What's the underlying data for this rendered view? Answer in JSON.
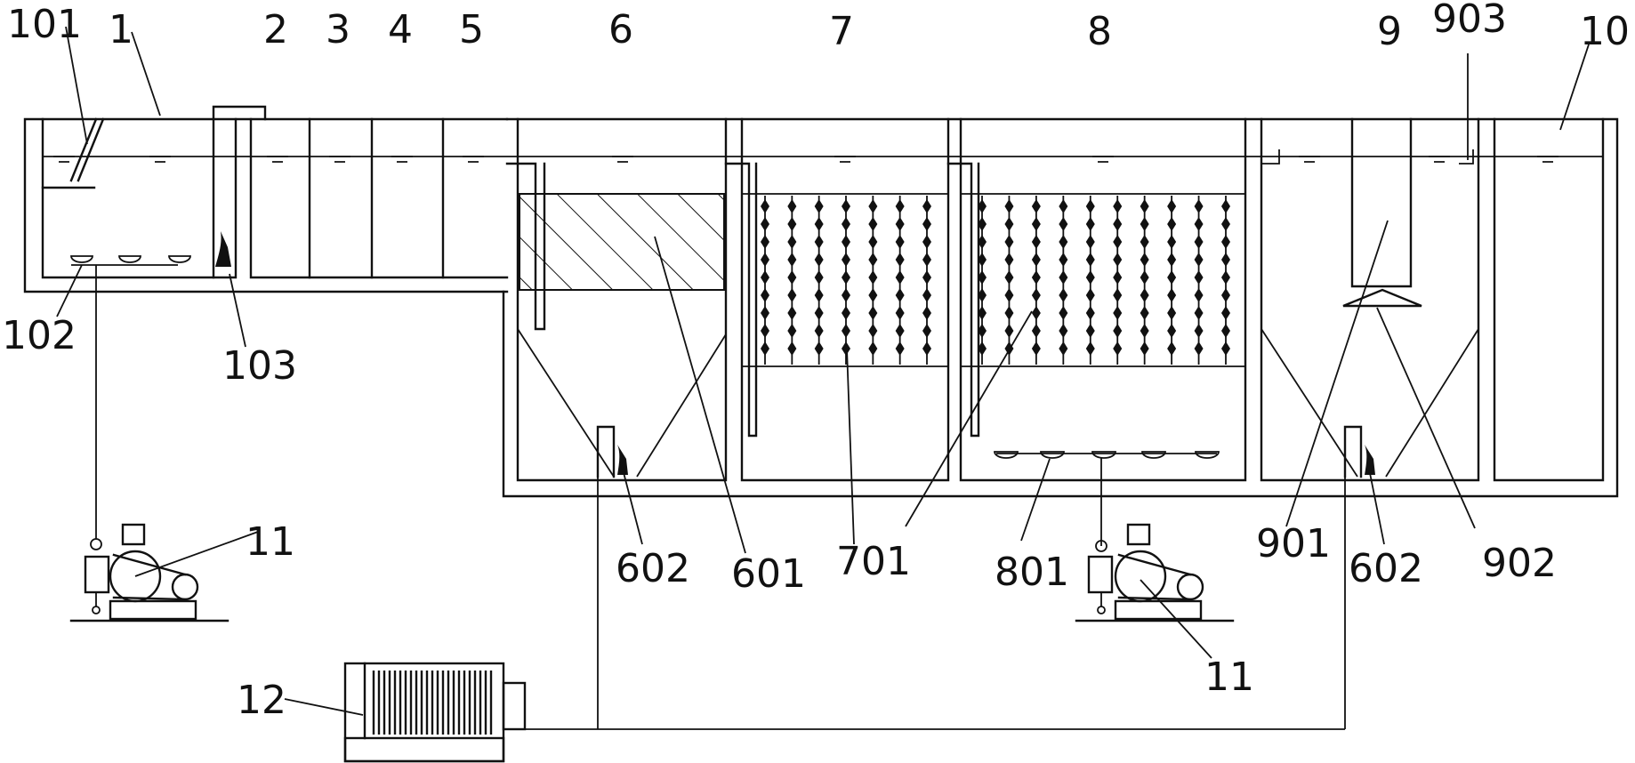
{
  "labels": {
    "l101": "101",
    "l1": "1",
    "l2": "2",
    "l3": "3",
    "l4": "4",
    "l5": "5",
    "l6": "6",
    "l7": "7",
    "l8": "8",
    "l9": "9",
    "l903": "903",
    "l10": "10",
    "l102": "102",
    "l103": "103",
    "l602a": "602",
    "l601": "601",
    "l701": "701",
    "l801": "801",
    "l901": "901",
    "l602b": "602",
    "l902": "902",
    "l11a": "11",
    "l11b": "11",
    "l12": "12"
  }
}
